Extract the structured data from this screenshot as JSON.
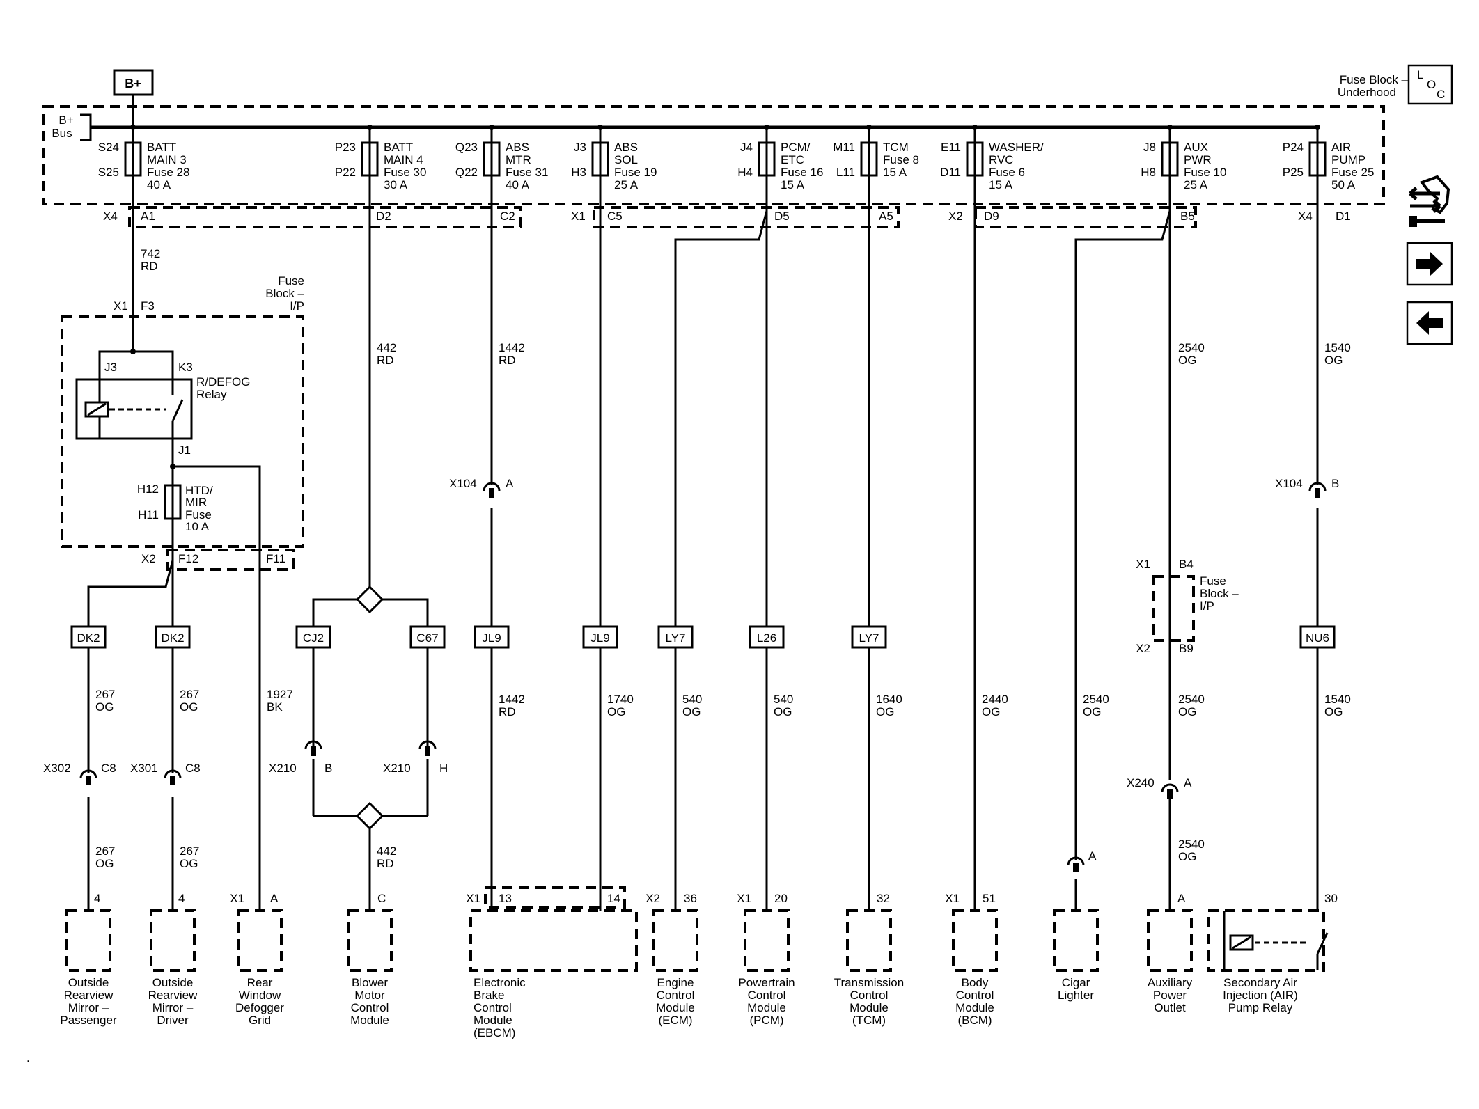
{
  "header": {
    "bplus_label": "B+",
    "loc_label": "LOC",
    "loc_l": "L",
    "loc_o": "O",
    "loc_c": "C"
  },
  "nav": {
    "icons": [
      "harness-connector-icon",
      "arrow-right-icon",
      "arrow-left-icon"
    ]
  },
  "fuse_block_underhood": {
    "line1": "Fuse Block –",
    "line2": "Underhood",
    "bus_line1": "B+",
    "bus_line2": "Bus"
  },
  "fuses": [
    {
      "top_pin": "S24",
      "bottom_pin": "S25",
      "lines": [
        "BATT",
        "MAIN 3",
        "Fuse 28",
        "40 A"
      ]
    },
    {
      "top_pin": "P23",
      "bottom_pin": "P22",
      "lines": [
        "BATT",
        "MAIN 4",
        "Fuse 30",
        "30 A"
      ]
    },
    {
      "top_pin": "Q23",
      "bottom_pin": "Q22",
      "lines": [
        "ABS",
        "MTR",
        "Fuse 31",
        "40 A"
      ]
    },
    {
      "top_pin": "J3",
      "bottom_pin": "H3",
      "lines": [
        "ABS",
        "SOL",
        "Fuse 19",
        "25 A"
      ]
    },
    {
      "top_pin": "J4",
      "bottom_pin": "H4",
      "lines": [
        "PCM/",
        "ETC",
        "Fuse 16",
        "15 A"
      ]
    },
    {
      "top_pin": "M11",
      "bottom_pin": "L11",
      "lines": [
        "TCM",
        "Fuse 8",
        "15 A"
      ]
    },
    {
      "top_pin": "E11",
      "bottom_pin": "D11",
      "lines": [
        "WASHER/",
        "RVC",
        "Fuse 6",
        "15 A"
      ]
    },
    {
      "top_pin": "J8",
      "bottom_pin": "H8",
      "lines": [
        "AUX",
        "PWR",
        "Fuse 10",
        "25 A"
      ]
    },
    {
      "top_pin": "P24",
      "bottom_pin": "P25",
      "lines": [
        "AIR",
        "PUMP",
        "Fuse 25",
        "50 A"
      ]
    }
  ],
  "connector_row": {
    "x4a": "X4",
    "a1": "A1",
    "d2": "D2",
    "c2": "C2",
    "x1": "X1",
    "c5": "C5",
    "d5": "D5",
    "a5": "A5",
    "x2": "X2",
    "d9": "D9",
    "b5": "B5",
    "x4b": "X4",
    "d1": "D1"
  },
  "fuse_block_ip": {
    "title": [
      "Fuse",
      "Block –",
      "I/P"
    ],
    "x1": "X1",
    "f3": "F3",
    "j3": "J3",
    "k3": "K3",
    "relay": [
      "R/DEFOG",
      "Relay"
    ],
    "j1": "J1",
    "fuse_top": "H12",
    "fuse_bottom": "H11",
    "fuse_lines": [
      "HTD/",
      "MIR",
      "Fuse",
      "10 A"
    ],
    "x2": "X2",
    "f12": "F12",
    "f11": "F11"
  },
  "fuse_block_ip_b": {
    "lines": [
      "Fuse",
      "Block –",
      "I/P"
    ],
    "x1": "X1",
    "b4": "B4",
    "x2": "X2",
    "b9": "B9"
  },
  "wire_labels": {
    "w742": [
      "742",
      "RD"
    ],
    "w442a": [
      "442",
      "RD"
    ],
    "w1442a": [
      "1442",
      "RD"
    ],
    "w2540a": [
      "2540",
      "OG"
    ],
    "w1540a": [
      "1540",
      "OG"
    ],
    "w267a": [
      "267",
      "OG"
    ],
    "w267b": [
      "267",
      "OG"
    ],
    "w1927": [
      "1927",
      "BK"
    ],
    "w1442b": [
      "1442",
      "RD"
    ],
    "w1740": [
      "1740",
      "OG"
    ],
    "w540a": [
      "540",
      "OG"
    ],
    "w540b": [
      "540",
      "OG"
    ],
    "w1640": [
      "1640",
      "OG"
    ],
    "w2440": [
      "2440",
      "OG"
    ],
    "w2540b": [
      "2540",
      "OG"
    ],
    "w2540c": [
      "2540",
      "OG"
    ],
    "w1540b": [
      "1540",
      "OG"
    ],
    "w267c": [
      "267",
      "OG"
    ],
    "w267d": [
      "267",
      "OG"
    ],
    "w442b": [
      "442",
      "RD"
    ],
    "w2540d": [
      "2540",
      "OG"
    ]
  },
  "inline_connectors": {
    "x104a": "X104",
    "x104a_pin": "A",
    "x104b": "X104",
    "x104b_pin": "B",
    "x302": "X302",
    "x302_pin": "C8",
    "x301": "X301",
    "x301_pin": "C8",
    "x210b": "X210",
    "x210b_pin": "B",
    "x210h": "X210",
    "x210h_pin": "H",
    "x240": "X240",
    "x240_pin": "A",
    "cigar_pin": "A"
  },
  "splice_packs": [
    "DK2",
    "DK2",
    "CJ2",
    "C67",
    "JL9",
    "JL9",
    "LY7",
    "L26",
    "LY7",
    "NU6"
  ],
  "components": [
    {
      "pin_conn": "",
      "pin": "4",
      "name": [
        "Outside",
        "Rearview",
        "Mirror –",
        "Passenger"
      ]
    },
    {
      "pin_conn": "",
      "pin": "4",
      "name": [
        "Outside",
        "Rearview",
        "Mirror –",
        "Driver"
      ]
    },
    {
      "pin_conn": "X1",
      "pin": "A",
      "name": [
        "Rear",
        "Window",
        "Defogger",
        "Grid"
      ]
    },
    {
      "pin_conn": "",
      "pin": "C",
      "name": [
        "Blower",
        "Motor",
        "Control",
        "Module"
      ]
    },
    {
      "pin_conn": "X1",
      "pin": "13",
      "pin2": "14",
      "name": [
        "Electronic",
        "Brake",
        "Control",
        "Module",
        "(EBCM)"
      ]
    },
    {
      "pin_conn": "X2",
      "pin": "36",
      "name": [
        "Engine",
        "Control",
        "Module",
        "(ECM)"
      ]
    },
    {
      "pin_conn": "X1",
      "pin": "20",
      "name": [
        "Powertrain",
        "Control",
        "Module",
        "(PCM)"
      ]
    },
    {
      "pin_conn": "",
      "pin": "32",
      "name": [
        "Transmission",
        "Control",
        "Module",
        "(TCM)"
      ]
    },
    {
      "pin_conn": "X1",
      "pin": "51",
      "name": [
        "Body",
        "Control",
        "Module",
        "(BCM)"
      ]
    },
    {
      "pin_conn": "",
      "pin": "",
      "name": [
        "Cigar",
        "Lighter"
      ]
    },
    {
      "pin_conn": "",
      "pin": "A",
      "name": [
        "Auxiliary",
        "Power",
        "Outlet"
      ]
    },
    {
      "pin_conn": "",
      "pin": "30",
      "name": [
        "Secondary Air",
        "Injection (AIR)",
        "Pump Relay"
      ]
    }
  ]
}
